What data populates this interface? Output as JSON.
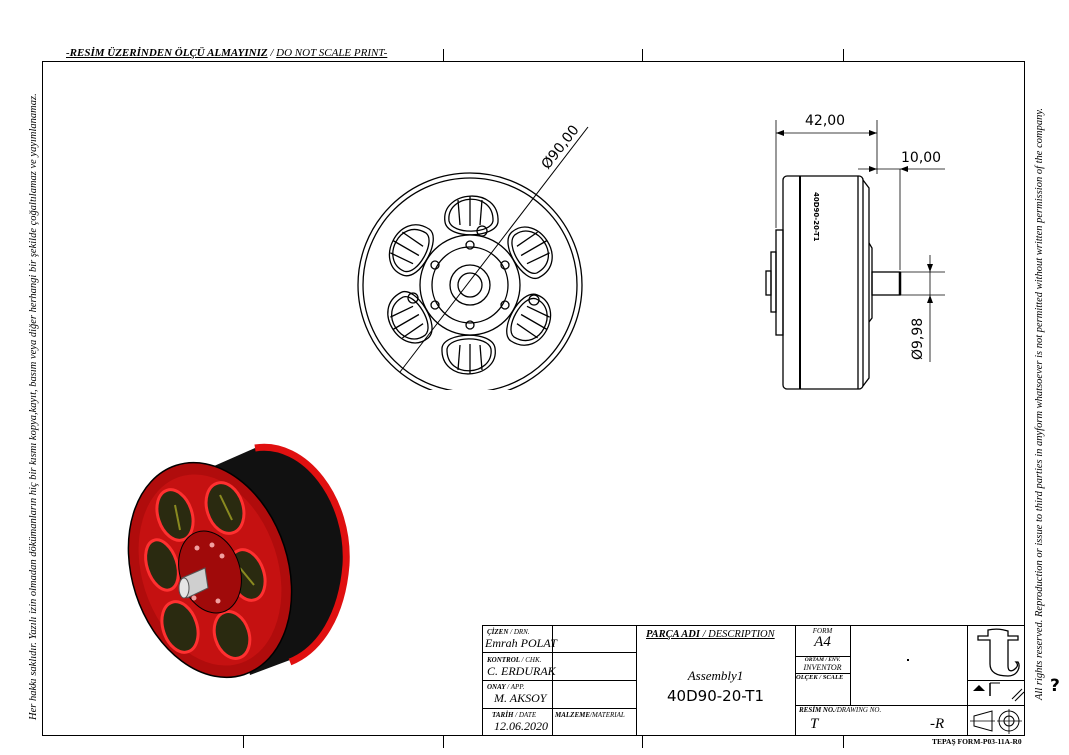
{
  "sheet": {
    "top_note_tr": "-RESİM ÜZERİNDEN ÖLÇÜ ALMAYINIZ",
    "top_note_sep": " / ",
    "top_note_en": "DO NOT SCALE PRINT-",
    "left_margin_text": "Her hakkı saklıdır. Yazılı izin olmadan dökümanların hiç bir kısmı kopya,kayıt, basım veya diğer herhangi bir şekilde çoğaltılamaz ve yayımlanamaz.",
    "right_margin_text": "All rights reserved. Reproduction or issue to third parties in anyform whatsoever is not permitted without written permission of the company.",
    "form_code": "TEPAŞ FORM-P03-11A-R0",
    "help_glyph": "?"
  },
  "views": {
    "front": {
      "dimension": "Ø90,00"
    },
    "side": {
      "overall_width": "42,00",
      "shaft_length": "10,00",
      "shaft_diameter": "Ø9,98",
      "engraving": "40D90-20-T1"
    },
    "iso": {
      "body_color": "#111111",
      "accent_color": "#e01010",
      "stator_color": "#8a8a20"
    }
  },
  "title_block": {
    "drawn_label_tr": "ÇİZEN",
    "drawn_label_en": "/ DRN.",
    "drawn_value": "Emrah POLAT",
    "check_label_tr": "KONTROL",
    "check_label_en": "/ CHK.",
    "check_value": "C. ERDURAK",
    "approve_label_tr": "ONAY",
    "approve_label_en": "/ APP.",
    "approve_value": "M. AKSOY",
    "date_label_tr": "TARİH",
    "date_label_en": "/ DATE",
    "date_value": "12.06.2020",
    "material_label_tr": "MALZEME",
    "material_label_en": "/MATERIAL",
    "description_label_tr": "PARÇA ADI",
    "description_label_en": " / DESCRIPTION",
    "description_line1": "Assembly1",
    "description_line2": "40D90-20-T1",
    "form_label": "FORM",
    "form_value": "A4",
    "env_label": "ORTAM / ENV.",
    "env_value": "INVENTOR",
    "scale_label": "ÖLÇEK / SCALE",
    "scale_value": "",
    "drawing_no_label_tr": "RESİM NO.",
    "drawing_no_label_en": "/DRAWING NO.",
    "drawing_no_prefix": "T",
    "drawing_no_suffix": "-R"
  }
}
